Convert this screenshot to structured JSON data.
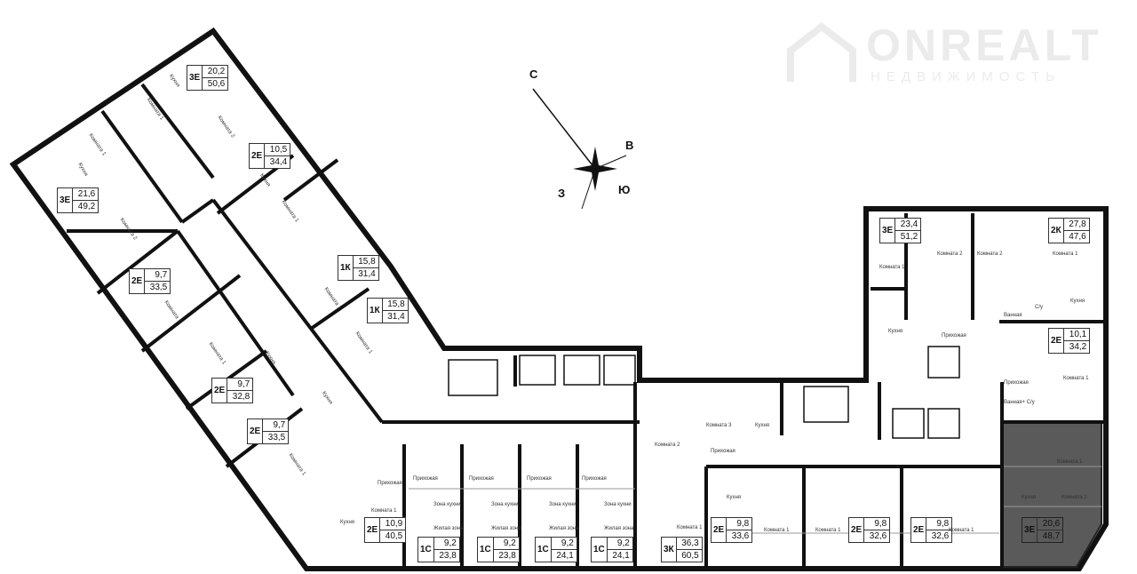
{
  "logo": {
    "name": "ONREALT",
    "tagline": "НЕДВИЖИМОСТЬ"
  },
  "compass": {
    "north": "С",
    "east": "В",
    "south": "Ю",
    "west": "З"
  },
  "apartments": [
    {
      "type": "3Е",
      "living": "20,2",
      "total": "50,6"
    },
    {
      "type": "3Е",
      "living": "21,6",
      "total": "49,2"
    },
    {
      "type": "2Е",
      "living": "10,5",
      "total": "34,4"
    },
    {
      "type": "1К",
      "living": "15,8",
      "total": "31,4"
    },
    {
      "type": "1К",
      "living": "15,8",
      "total": "31,4"
    },
    {
      "type": "2Е",
      "living": "9,7",
      "total": "33,5"
    },
    {
      "type": "2Е",
      "living": "9,7",
      "total": "32,8"
    },
    {
      "type": "2Е",
      "living": "9,7",
      "total": "33,5"
    },
    {
      "type": "2Е",
      "living": "10,9",
      "total": "40,5"
    },
    {
      "type": "1С",
      "living": "9,2",
      "total": "23,8"
    },
    {
      "type": "1С",
      "living": "9,2",
      "total": "23,8"
    },
    {
      "type": "1С",
      "living": "9,2",
      "total": "24,1"
    },
    {
      "type": "1С",
      "living": "9,2",
      "total": "24,1"
    },
    {
      "type": "3К",
      "living": "36,3",
      "total": "60,5"
    },
    {
      "type": "2Е",
      "living": "9,8",
      "total": "33,6"
    },
    {
      "type": "2Е",
      "living": "9,8",
      "total": "32,6"
    },
    {
      "type": "2Е",
      "living": "9,8",
      "total": "32,6"
    },
    {
      "type": "3Е",
      "living": "20,6",
      "total": "48,7",
      "selected": true
    },
    {
      "type": "3Е",
      "living": "23,4",
      "total": "51,2"
    },
    {
      "type": "2К",
      "living": "27,8",
      "total": "47,6"
    },
    {
      "type": "2Е",
      "living": "10,1",
      "total": "34,2"
    }
  ],
  "rooms": [
    "Кухня",
    "Комната 1",
    "Комната 2",
    "Комната 3",
    "Прихожая",
    "Ванная",
    "С/у",
    "Ванная+ С/у",
    "Зона кухни",
    "Жилая зона"
  ],
  "colors": {
    "wall": "#111111",
    "selected": "#5a5a5a",
    "window": "#888888"
  }
}
